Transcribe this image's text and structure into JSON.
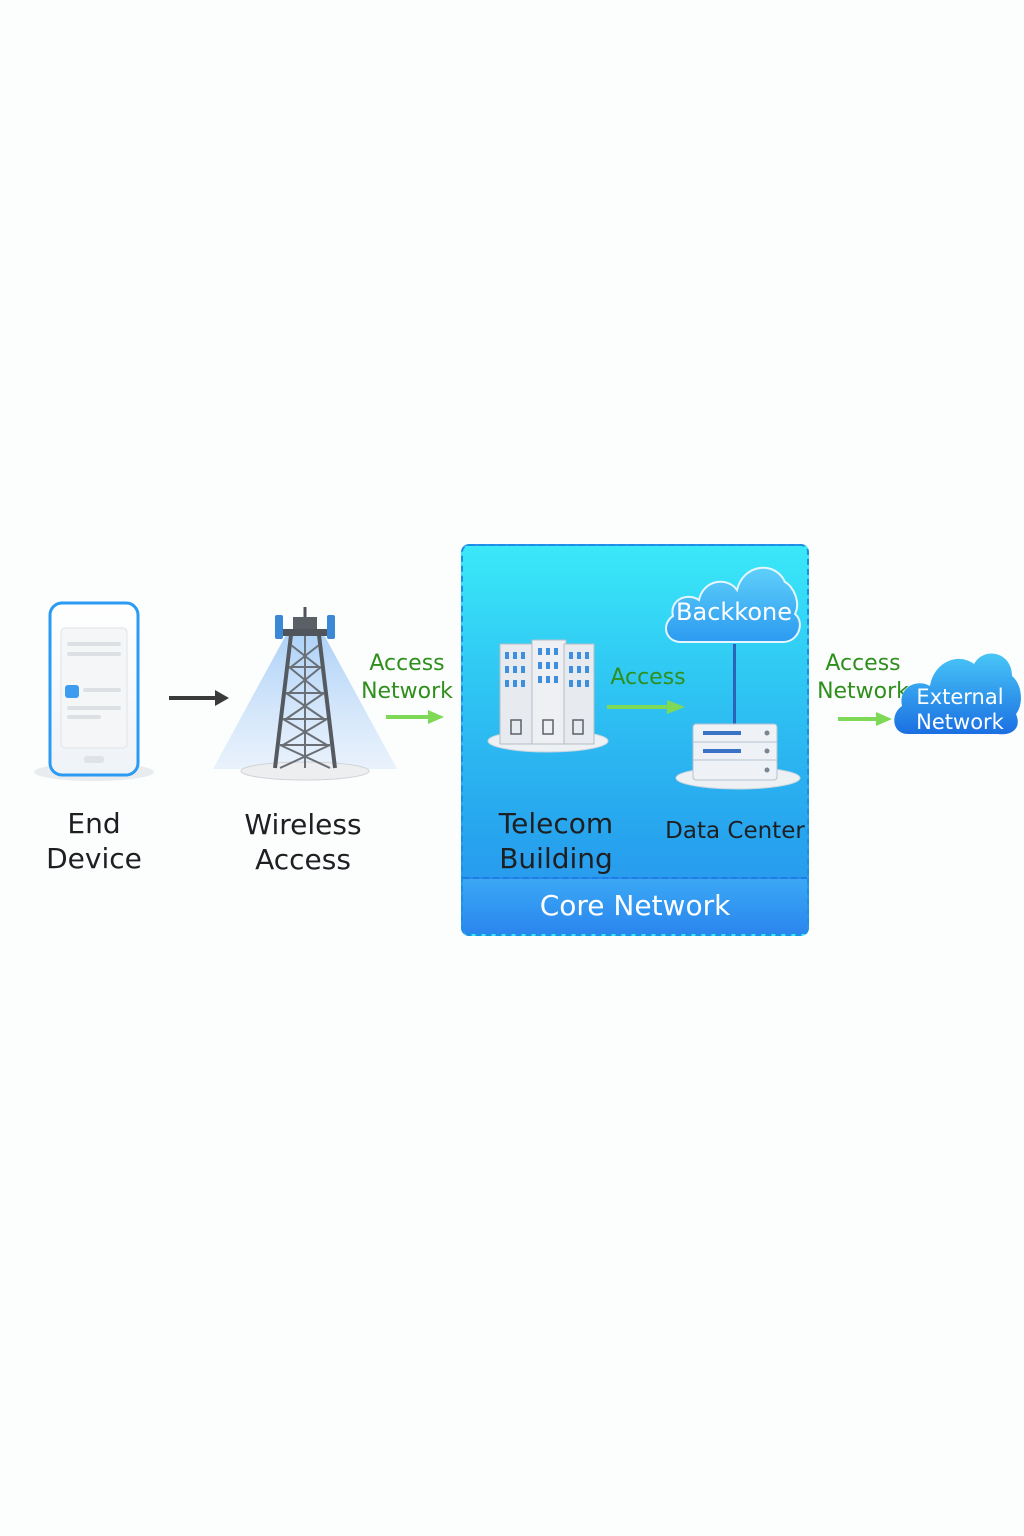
{
  "diagram": {
    "nodes": {
      "end_device": {
        "label_line1": "End",
        "label_line2": "Device"
      },
      "wireless_access": {
        "label_line1": "Wireless",
        "label_line2": "Access"
      },
      "telecom_building": {
        "label_line1": "Telecom",
        "label_line2": "Building"
      },
      "data_center": {
        "label": "Data Center"
      },
      "backbone": {
        "label": "Backkone"
      },
      "external_network": {
        "label_line1": "External",
        "label_line2": "Network"
      },
      "core_network": {
        "label": "Core Network"
      }
    },
    "edges": {
      "access_network_1": {
        "label_line1": "Access",
        "label_line2": "Network"
      },
      "access_internal": {
        "label": "Access"
      },
      "access_network_2": {
        "label_line1": "Access",
        "label_line2": "Network"
      }
    }
  },
  "colors": {
    "edge_green": "#7ed957",
    "label_green": "#2f8f1d",
    "core_blue": "#2fb6f2",
    "phone_outline": "#2b9af3"
  }
}
